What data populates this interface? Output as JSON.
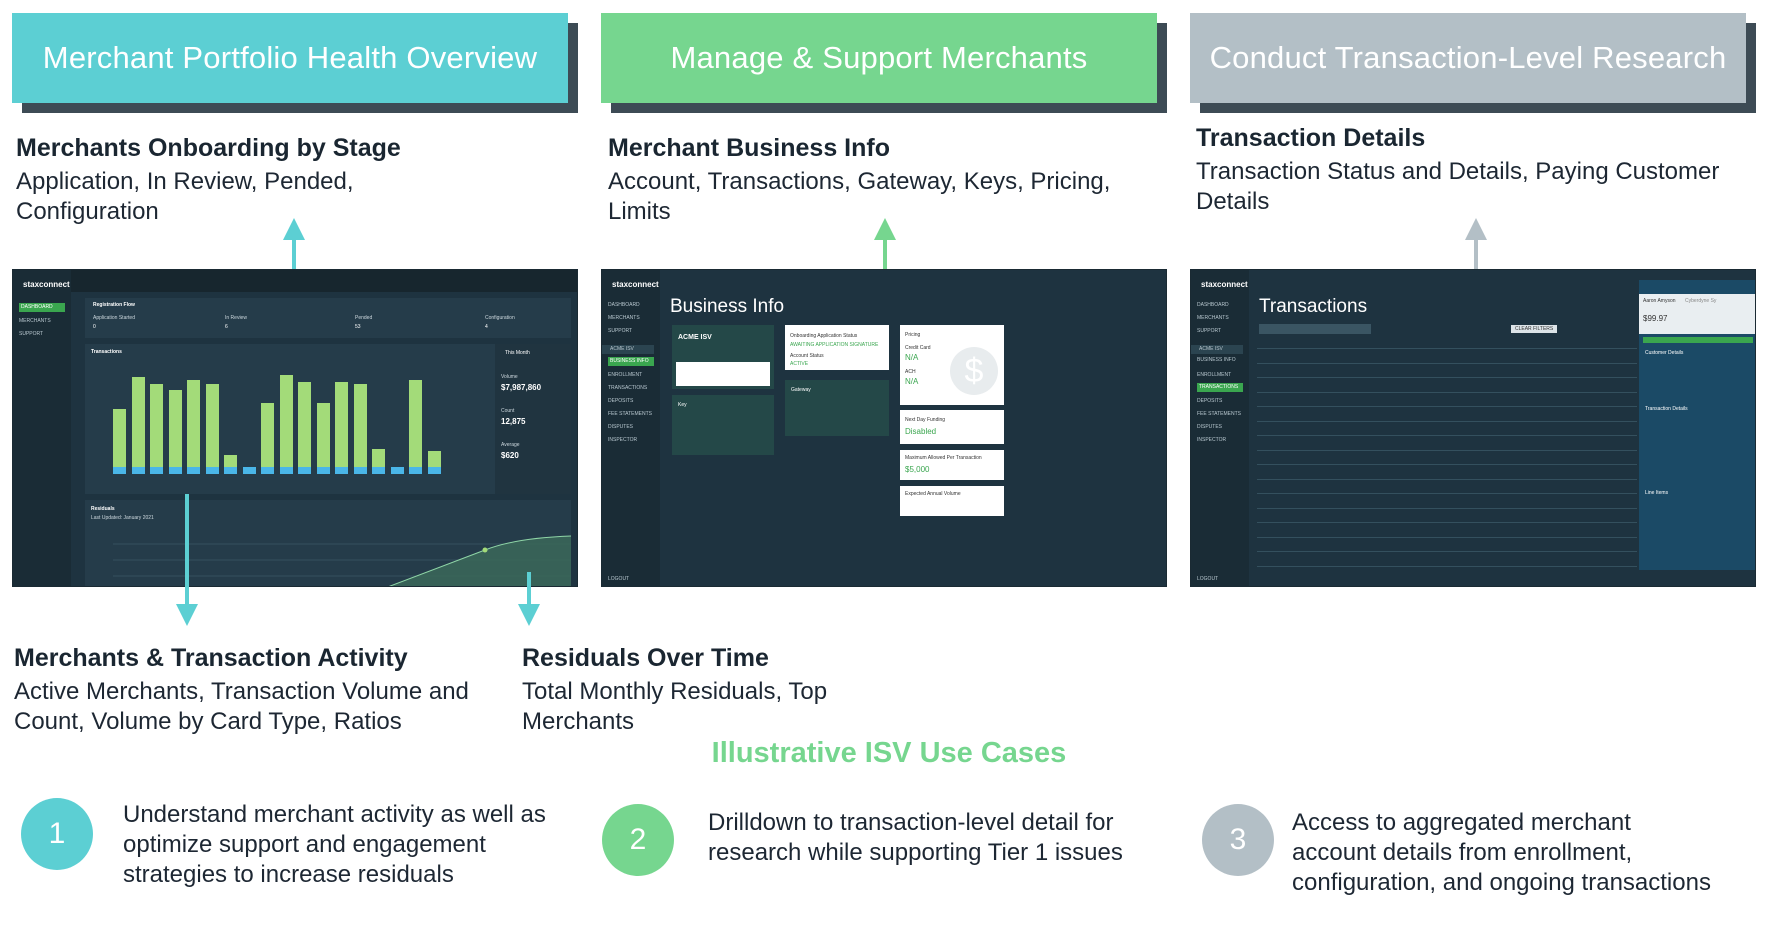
{
  "banners": [
    {
      "label": "Merchant Portfolio Health Overview",
      "color": "#5ccfd3"
    },
    {
      "label": "Manage & Support Merchants",
      "color": "#76d68f"
    },
    {
      "label": "Conduct Transaction-Level Research",
      "color": "#b3bfc6"
    }
  ],
  "callouts": {
    "onboarding": {
      "title": "Merchants Onboarding by Stage",
      "desc": "Application, In Review, Pended, Configuration"
    },
    "business_info": {
      "title": "Merchant Business Info",
      "desc": "Account, Transactions, Gateway, Keys, Pricing, Limits"
    },
    "transaction_details": {
      "title": "Transaction Details",
      "desc": "Transaction Status and Details, Paying Customer Details"
    },
    "activity": {
      "title": "Merchants & Transaction Activity",
      "desc": "Active Merchants, Transaction Volume and Count, Volume by Card Type, Ratios"
    },
    "residuals": {
      "title": "Residuals Over Time",
      "desc": "Total Monthly Residuals, Top Merchants"
    }
  },
  "shot1": {
    "logo": "staxconnect",
    "nav": [
      "DASHBOARD",
      "MERCHANTS",
      "SUPPORT"
    ],
    "registration_flow": "Registration Flow",
    "stages": [
      {
        "label": "Application Started",
        "value": "0"
      },
      {
        "label": "In Review",
        "value": "6"
      },
      {
        "label": "Pended",
        "value": "53"
      },
      {
        "label": "Configuration",
        "value": "4"
      }
    ],
    "transactions_label": "Transactions",
    "this_month": "This Month",
    "volume_label": "Volume",
    "volume_value": "$7,987,860",
    "count_label": "Count",
    "count_value": "12,875",
    "average_label": "Average",
    "average_value": "$620",
    "residuals_label": "Residuals",
    "residuals_sub": "Last Updated: January 2021",
    "bar_heights": [
      0.62,
      0.92,
      0.86,
      0.8,
      0.9,
      0.86,
      0.18,
      0.06,
      0.68,
      0.94,
      0.88,
      0.68,
      0.88,
      0.86,
      0.24,
      0.06,
      0.9,
      0.22
    ]
  },
  "shot2": {
    "logo": "staxconnect",
    "nav": [
      "DASHBOARD",
      "MERCHANTS",
      "SUPPORT",
      "ACME ISV",
      "BUSINESS INFO",
      "ENROLLMENT",
      "TRANSACTIONS",
      "DEPOSITS",
      "FEE STATEMENTS",
      "DISPUTES",
      "INSPECTOR"
    ],
    "title": "Business Info",
    "merchant_name": "ACME ISV",
    "onboarding_status": "Onboarding Application Status",
    "status_value": "AWAITING APPLICATION SIGNATURE",
    "account_status": "Account Status",
    "account_status_value": "ACTIVE",
    "pricing": "Pricing",
    "credit_card": "Credit Card",
    "na1": "N/A",
    "ach": "ACH",
    "na2": "N/A",
    "key": "Key",
    "gateway": "Gateway",
    "next_day": "Next Day Funding",
    "disabled": "Disabled",
    "max_amount": "Maximum Allowed Per Transaction",
    "max_value": "$5,000",
    "annual_volume": "Expected Annual Volume",
    "logout": "LOGOUT"
  },
  "shot3": {
    "logo": "staxconnect",
    "nav": [
      "DASHBOARD",
      "MERCHANTS",
      "SUPPORT",
      "ACME ISV",
      "BUSINESS INFO",
      "ENROLLMENT",
      "TRANSACTIONS",
      "DEPOSITS",
      "FEE STATEMENTS",
      "DISPUTES",
      "INSPECTOR"
    ],
    "title": "Transactions",
    "clear": "CLEAR FILTERS",
    "detail_name": "Aaron Amyson",
    "detail_company": "Cyberdyne Sy",
    "detail_amount": "$99.97",
    "customer_details": "Customer Details",
    "transaction_details": "Transaction Details",
    "line_items": "Line Items",
    "logout": "LOGOUT"
  },
  "use_cases": {
    "title": "Illustrative ISV Use Cases",
    "items": [
      {
        "num": "1",
        "text": "Understand merchant activity as well as optimize support and engagement strategies to increase residuals",
        "color": "#5ccfd3"
      },
      {
        "num": "2",
        "text": "Drilldown to transaction-level detail for research while supporting Tier 1 issues",
        "color": "#76d68f"
      },
      {
        "num": "3",
        "text": "Access to aggregated merchant account details from enrollment, configuration, and ongoing transactions",
        "color": "#b3bfc6"
      }
    ]
  }
}
